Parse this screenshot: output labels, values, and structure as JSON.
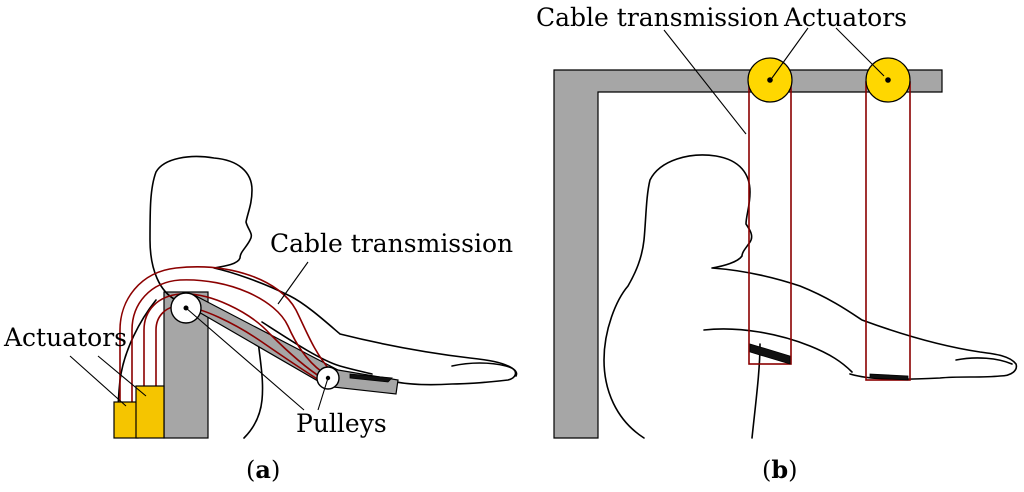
{
  "panel_a": {
    "label_cable": "Cable transmission",
    "label_actuators": "Actuators",
    "label_pulleys": "Pulleys",
    "caption_open": "(",
    "caption_letter": "a",
    "caption_close": ")"
  },
  "panel_b": {
    "label_cable": "Cable transmission",
    "label_actuators": "Actuators",
    "caption_open": "(",
    "caption_letter": "b",
    "caption_close": ")"
  },
  "colors": {
    "frame": "#a6a6a6",
    "actuator": "#f5c500",
    "cable": "#8b0000"
  }
}
